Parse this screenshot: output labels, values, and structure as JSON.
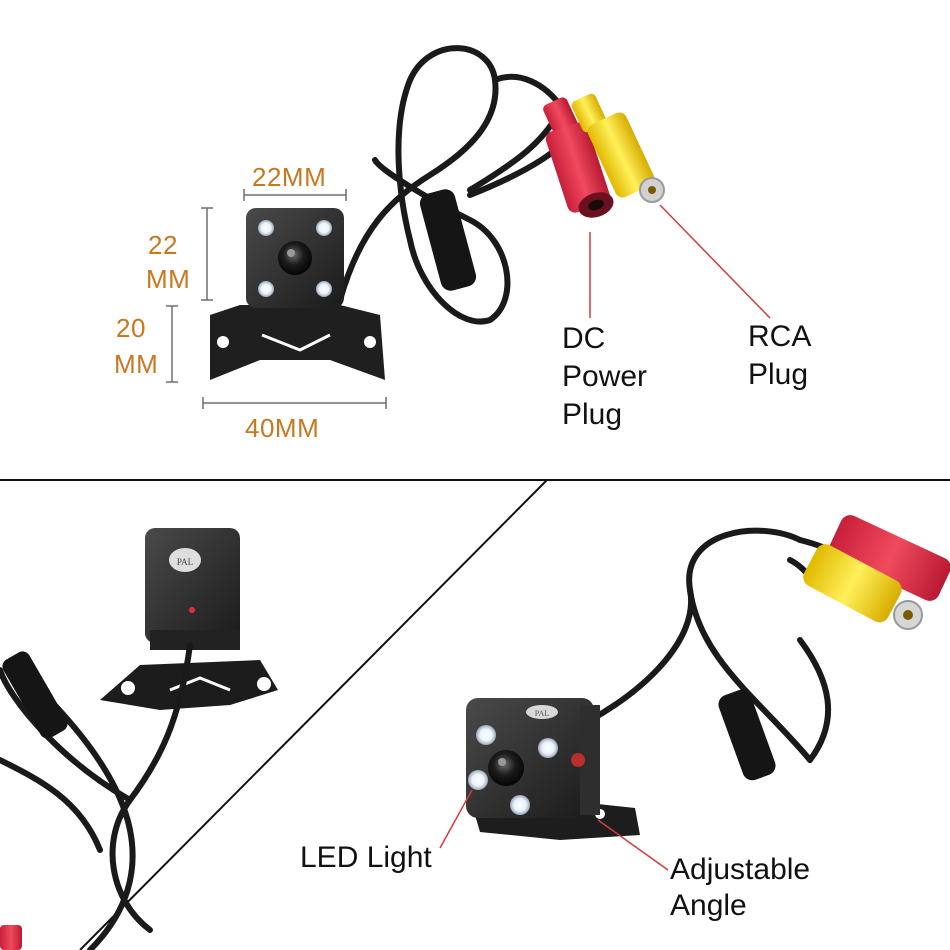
{
  "dimensions": {
    "width_top": "22MM",
    "height_camera_line1": "22",
    "height_camera_line2": "MM",
    "height_bracket_line1": "20",
    "height_bracket_line2": "MM",
    "width_bracket": "40MM"
  },
  "callouts": {
    "dc_line1": "DC",
    "dc_line2": "Power",
    "dc_line3": "Plug",
    "rca_line1": "RCA",
    "rca_line2": "Plug",
    "led": "LED Light",
    "angle_line1": "Adjustable",
    "angle_line2": "Angle"
  },
  "camera_badge": "PAL",
  "colors": {
    "dimension_text": "#c8781e",
    "callout_line": "#d23c3c",
    "plug_red": "#e8324a",
    "plug_yellow": "#f2d21c"
  }
}
